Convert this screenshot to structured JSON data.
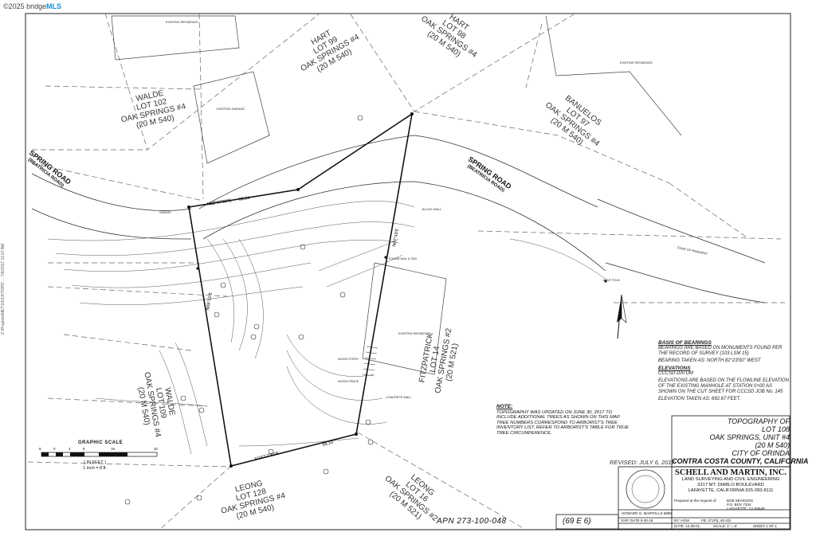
{
  "watermark": {
    "year_text": "©2025 bridge",
    "brand": "MLS"
  },
  "side_note": "Z:\\Projects\\NET\\1X\\1X\\TOPO ... 7/6/2017 11:07 AM",
  "lots": [
    {
      "id": "walde_102",
      "lines": [
        "WALDE",
        "LOT 102",
        "OAK SPRINGS #4",
        "(20 M 540)"
      ]
    },
    {
      "id": "hart_99",
      "lines": [
        "HART",
        "LOT 99",
        "OAK SPRINGS #4",
        "(20 M 540)"
      ]
    },
    {
      "id": "hart_98",
      "lines": [
        "HART",
        "LOT 98",
        "OAK SPRINGS #4",
        "(20 M 540)"
      ]
    },
    {
      "id": "banuelos_97",
      "lines": [
        "BANUELOS",
        "LOT 97",
        "OAK SPRINGS #4",
        "(20 M 540)"
      ]
    },
    {
      "id": "fitzpatrick_14",
      "lines": [
        "FITZPATRICK",
        "LOT 14",
        "OAK SPRINGS #2",
        "(20 M 521)"
      ]
    },
    {
      "id": "walde_109",
      "lines": [
        "WALDE",
        "LOT 109",
        "OAK SPRINGS #4",
        "(20 M 540)"
      ]
    },
    {
      "id": "leong_128",
      "lines": [
        "LEONG",
        "LOT 128",
        "OAK SPRINGS #4",
        "(20 M 540)"
      ]
    },
    {
      "id": "leong_16",
      "lines": [
        "LEONG",
        "LOT 16",
        "OAK SPRINGS #2",
        "(20 M 521)"
      ]
    }
  ],
  "roads": {
    "left": {
      "name": "SPRING ROAD",
      "alt": "(BEATRICIA ROAD)"
    },
    "right": {
      "name": "SPRING ROAD",
      "alt": "(BEATRICIA ROAD)"
    }
  },
  "bearings": {
    "north": "N82°47'00\"E",
    "north_dist": "98.34",
    "south": "N74°17'30\"E",
    "south_dist": "98.33",
    "west": "N09°31'E",
    "east": "N07°43'E"
  },
  "small_labels": {
    "existing_residence_top": "EXISTING RESIDENCE",
    "existing_garage": "EXISTING GARAGE",
    "existing_residence_right": "EXISTING RESIDENCE",
    "existing_residence_center": "EXISTING RESIDENCE",
    "gravel": "GRAVEL",
    "block_wall": "BLOCK WALL",
    "wood steps": "WOOD STEPS",
    "wood fence": "WOOD FENCE",
    "concrete wall": "CONCRETE WALL",
    "edge_pavement": "EDGE OF PAVEMENT",
    "joint_pole": "JOINT POLE",
    "found_nail": "FOUND NAIL & TAG"
  },
  "notes": {
    "basis_title": "BASIS OF BEARINGS",
    "basis_text": "BEARINGS ARE BASED ON MONUMENTS FOUND PER THE RECORD OF SURVEY (103 LSM 15)",
    "basis_taken": "BEARING TAKEN AS: NORTH 82°23'00\" WEST",
    "elev_title": "ELEVATIONS",
    "elev_datum": "CCCSD DATUM",
    "elev_text": "ELEVATIONS ARE BASED ON THE FLOWLINE ELEVATION OF THE EXISTING MANHOLE AT STATION 0+00 AS SHOWN ON THE CUT SHEET FOR CCCSD JOB No. 145",
    "elev_taken": "ELEVATION TAKEN AS: 692.67 FEET."
  },
  "topo_note": {
    "title": "NOTE:",
    "text": "TOPOGRAPHY WAS UPDATED ON JUNE 30, 2017 TO INCLUDE ADDITIONAL TREES AS SHOWN ON THIS MAP. TREE NUMBERS CORRESPOND TO ARBORIST'S TREE INVENTORY LIST. REFER TO ARBORIST'S TABLE FOR TRUE TREE CIRCUMFERENCE."
  },
  "title_block": {
    "l1": "TOPOGRAPHY OF",
    "l2": "LOT 108",
    "l3": "OAK SPRINGS, UNIT #4",
    "l4": "(20 M 540)",
    "l5": "CITY OF ORINDA",
    "l6": "CONTRA COSTA COUNTY, CALIFORNIA",
    "revised": "REVISED: JULY 6, 2017",
    "firm": "SCHELL AND MARTIN, INC.",
    "firm_sub": "LAND SURVEYING AND CIVIL ENGINEERING",
    "addr1": "3317 MT. DIABLO BOULEVARD",
    "addr2": "LAFAYETTE, CALIFORNIA   925-283-8111",
    "prepared": "Prepared at the request of:",
    "client": "BOB SEARSON",
    "client2": "P.O. BOX 7334",
    "client3": "LAFAYETTE, CA 94549",
    "by": "BY: HGM",
    "fb": "FB: 471P(L.40-43)",
    "date": "DATE: 12-28-01",
    "scale_lbl": "SCALE: 1\" = 8'",
    "sheet": "SHEET 1 OF 1",
    "stamp": "HOWARD G. MARTIN LS 6990",
    "stamp_exp": "EXP. DATE 9-30-18"
  },
  "apn": "APN 273-100-048",
  "page_ref": "(69 E 6)",
  "graphic_scale": {
    "title": "GRAPHIC SCALE",
    "ticks": [
      "8",
      "0",
      "4",
      "8",
      "16",
      "32"
    ],
    "unit": "( IN FEET )",
    "ratio": "1 inch = 8 ft."
  },
  "colors": {
    "line": "#1a1a1a",
    "brand": "#1a8fd1"
  }
}
